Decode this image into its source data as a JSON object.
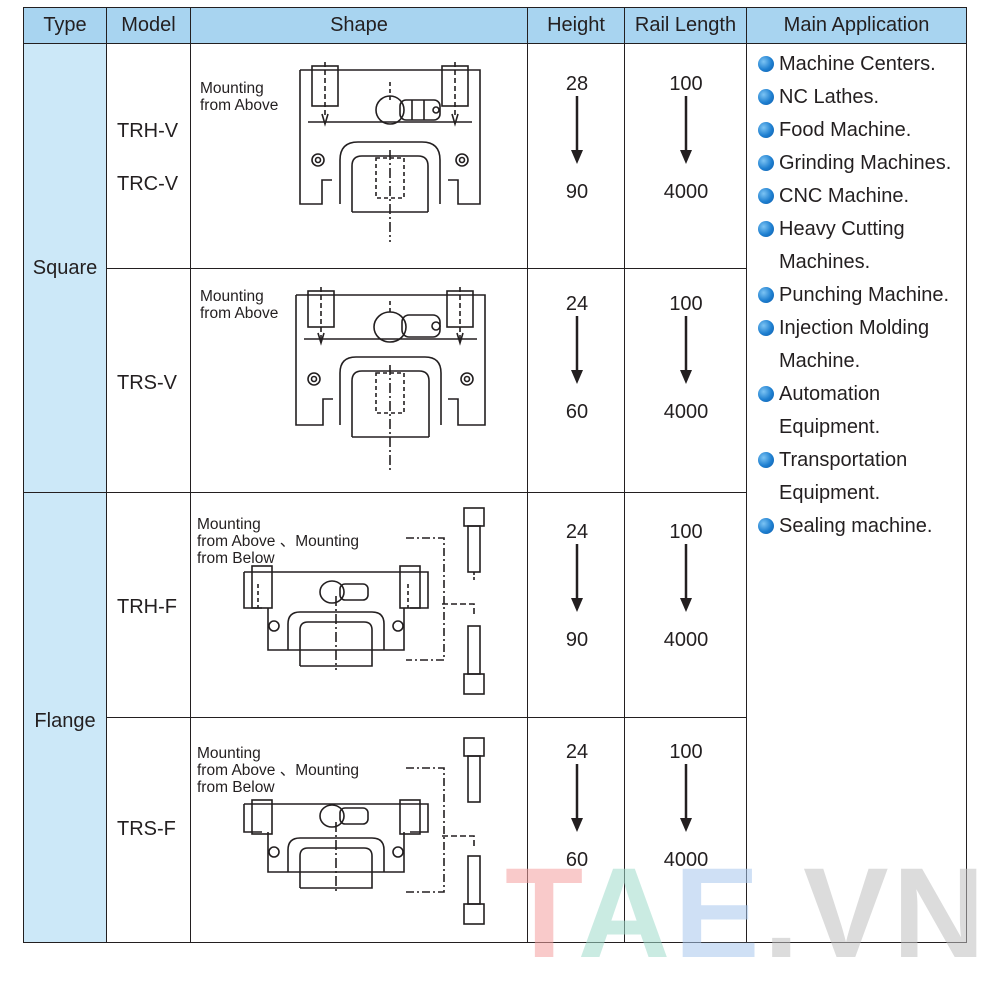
{
  "headers": {
    "type": "Type",
    "model": "Model",
    "shape": "Shape",
    "height": "Height",
    "rail_length": "Rail Length",
    "main_application": "Main Application"
  },
  "types": [
    "Square",
    "Flange"
  ],
  "rows": [
    {
      "model_1": "TRH-V",
      "model_2": "TRC-V",
      "caption": "Mounting\nfrom Above",
      "height_from": "28",
      "height_to": "90",
      "rail_from": "100",
      "rail_to": "4000"
    },
    {
      "model_1": "TRS-V",
      "caption": "Mounting\nfrom Above",
      "height_from": "24",
      "height_to": "60",
      "rail_from": "100",
      "rail_to": "4000"
    },
    {
      "model_1": "TRH-F",
      "caption": "Mounting\nfrom Above 、Mounting\nfrom Below",
      "height_from": "24",
      "height_to": "90",
      "rail_from": "100",
      "rail_to": "4000"
    },
    {
      "model_1": "TRS-F",
      "caption": "Mounting\nfrom Above 、Mounting\nfrom Below",
      "height_from": "24",
      "height_to": "60",
      "rail_from": "100",
      "rail_to": "4000"
    }
  ],
  "applications": [
    [
      "Machine Centers."
    ],
    [
      "NC Lathes."
    ],
    [
      "Food Machine."
    ],
    [
      "Grinding Machines."
    ],
    [
      "CNC Machine."
    ],
    [
      "Heavy Cutting",
      "Machines."
    ],
    [
      "Punching Machine."
    ],
    [
      "Injection Molding",
      "Machine."
    ],
    [
      "Automation",
      "Equipment."
    ],
    [
      "Transportation",
      "Equipment."
    ],
    [
      "Sealing machine."
    ]
  ],
  "watermark": {
    "t": "T",
    "a": "A",
    "e": "E",
    "rest": ".VN"
  },
  "colors": {
    "header_bg": "#a8d4f0",
    "type_bg": "#cce8f8",
    "bullet": "#1e7fd0",
    "line": "#231f20"
  },
  "icons": {
    "application_bullet": "blue-sphere-bullet-icon",
    "range_arrow": "down-arrow-icon"
  }
}
